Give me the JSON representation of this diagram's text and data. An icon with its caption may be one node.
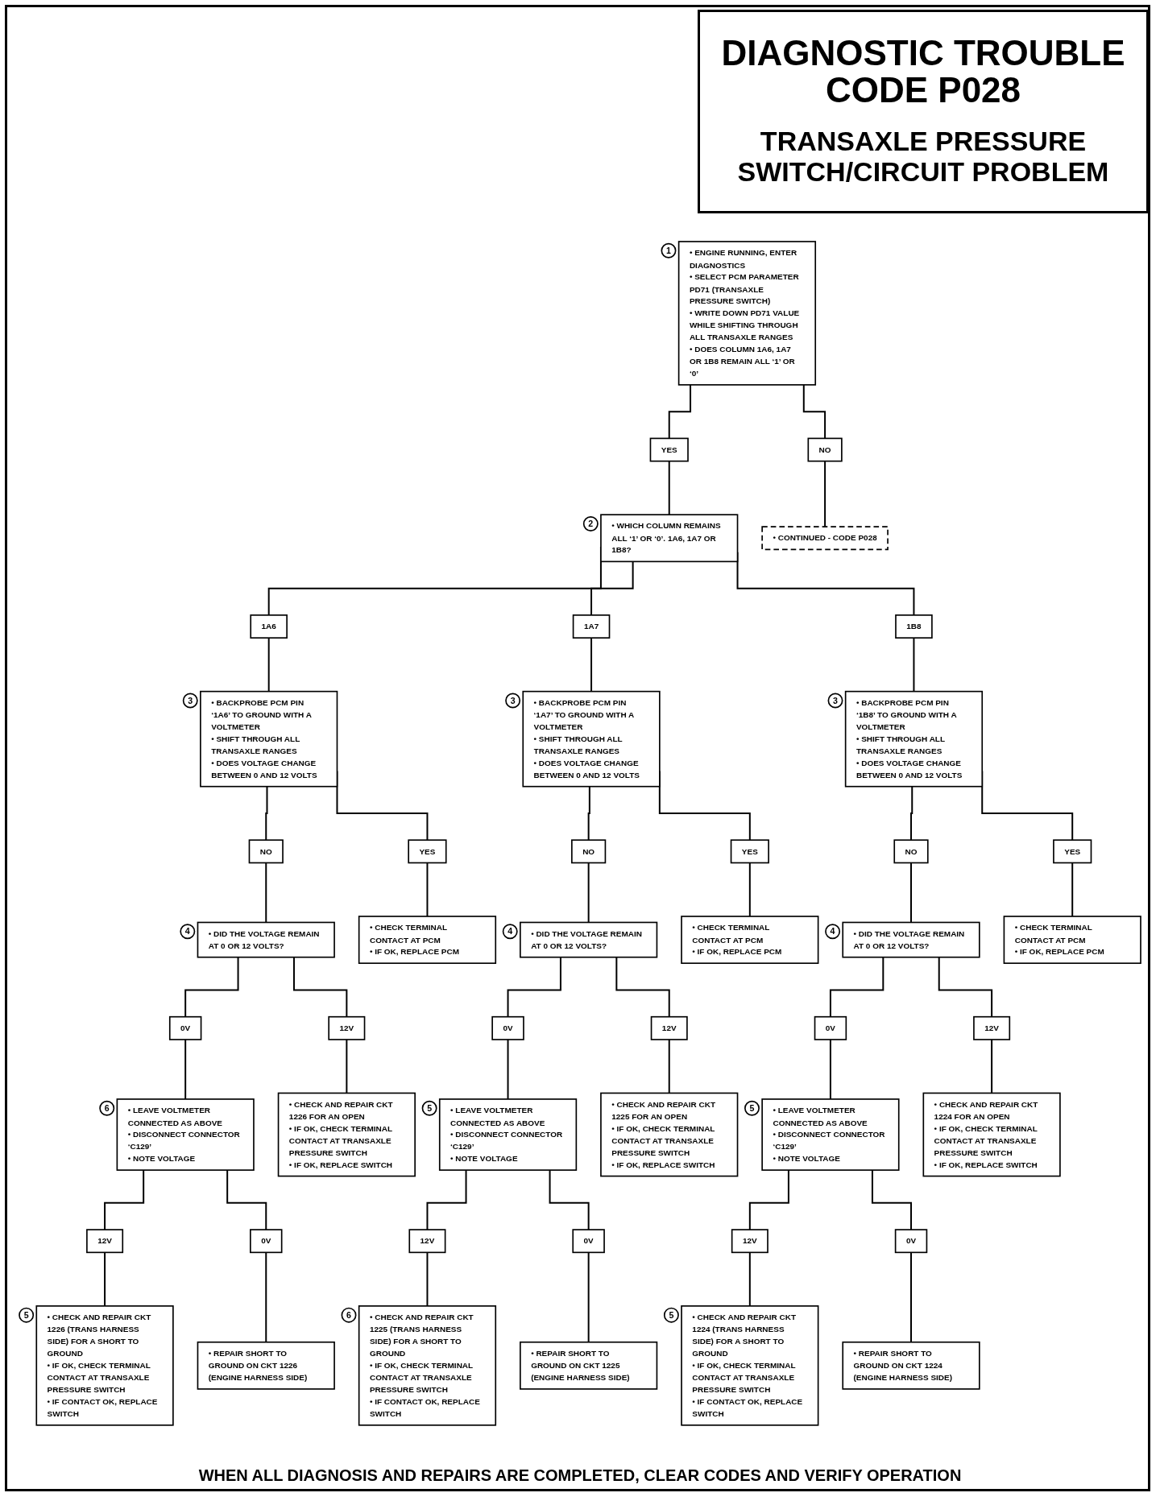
{
  "diagram": {
    "title": "DIAGNOSTIC TROUBLE CODE P028",
    "labels": [
      "TRANSAXLE PRESSURE SWITCH/CIRCUIT PROBLEM"
    ],
    "caption": "WHEN ALL DIAGNOSIS AND REPAIRS ARE COMPLETED, CLEAR CODES AND VERIFY OPERATION",
    "nodes": [
      {
        "text": [
          "• ENGINE RUNNING, ENTER DIAGNOSTICS",
          "• SELECT PCM PARAMETER PD71 (TRANSAXLE PRESSURE SWITCH)",
          "• WRITE DOWN PD71 VALUE WHILE SHIFTING THROUGH ALL TRANSAXLE RANGES",
          "• DOES COLUMN 1A6, 1A7 OR 1B8 REMAIN ALL ‘1’ OR ‘0’"
        ],
        "beside": [
          "1"
        ]
      },
      {
        "text": [
          "YES"
        ]
      },
      {
        "text": [
          "NO"
        ]
      },
      {
        "text": [
          "• WHICH COLUMN REMAINS ALL ‘1’ OR ‘0’. 1A6, 1A7 OR 1B8?"
        ],
        "beside": [
          "2"
        ]
      },
      {
        "text": [
          "• CONTINUED - CODE P028"
        ]
      },
      {
        "text": [
          "1A6"
        ]
      },
      {
        "text": [
          "1A7"
        ]
      },
      {
        "text": [
          "1B8"
        ]
      },
      {
        "text": [
          "• BACKPROBE PCM PIN ‘1A6’ TO GROUND WITH A VOLTMETER",
          "• SHIFT THROUGH ALL TRANSAXLE RANGES",
          "• DOES VOLTAGE CHANGE BETWEEN 0 AND 12 VOLTS"
        ],
        "beside": [
          "3"
        ]
      },
      {
        "text": [
          "• BACKPROBE PCM PIN ‘1A7’ TO GROUND WITH A VOLTMETER",
          "• SHIFT THROUGH ALL TRANSAXLE RANGES",
          "• DOES VOLTAGE CHANGE BETWEEN 0 AND 12 VOLTS"
        ],
        "beside": [
          "3"
        ]
      },
      {
        "text": [
          "• BACKPROBE PCM PIN ‘1B8’ TO GROUND WITH A VOLTMETER",
          "• SHIFT THROUGH ALL TRANSAXLE RANGES",
          "• DOES VOLTAGE CHANGE BETWEEN 0 AND 12 VOLTS"
        ],
        "beside": [
          "3"
        ]
      },
      {
        "text": [
          "NO"
        ]
      },
      {
        "text": [
          "YES"
        ]
      },
      {
        "text": [
          "NO"
        ]
      },
      {
        "text": [
          "YES"
        ]
      },
      {
        "text": [
          "NO"
        ]
      },
      {
        "text": [
          "YES"
        ]
      },
      {
        "text": [
          "• DID THE VOLTAGE REMAIN AT 0 OR 12 VOLTS?"
        ],
        "beside": [
          "4"
        ]
      },
      {
        "text": [
          "• CHECK TERMINAL CONTACT AT PCM",
          "• IF OK, REPLACE PCM"
        ]
      },
      {
        "text": [
          "• DID THE VOLTAGE REMAIN AT 0 OR 12 VOLTS?"
        ],
        "beside": [
          "4"
        ]
      },
      {
        "text": [
          "• CHECK TERMINAL CONTACT AT PCM",
          "• IF OK, REPLACE PCM"
        ]
      },
      {
        "text": [
          "• DID THE VOLTAGE REMAIN AT 0 OR 12 VOLTS?"
        ],
        "beside": [
          "4"
        ]
      },
      {
        "text": [
          "• CHECK TERMINAL CONTACT AT PCM",
          "• IF OK, REPLACE PCM"
        ]
      },
      {
        "text": [
          "0V"
        ]
      },
      {
        "text": [
          "12V"
        ]
      },
      {
        "text": [
          "0V"
        ]
      },
      {
        "text": [
          "12V"
        ]
      },
      {
        "text": [
          "0V"
        ]
      },
      {
        "text": [
          "12V"
        ]
      },
      {
        "text": [
          "• LEAVE VOLTMETER CONNECTED AS ABOVE",
          "• DISCONNECT CONNECTOR ‘C129’",
          "• NOTE VOLTAGE"
        ],
        "beside": [
          "6"
        ]
      },
      {
        "text": [
          "• CHECK AND REPAIR CKT 1226 FOR AN OPEN",
          "• IF OK, CHECK TERMINAL CONTACT AT TRANSAXLE PRESSURE SWITCH",
          "• IF OK, REPLACE SWITCH"
        ]
      },
      {
        "text": [
          "• LEAVE VOLTMETER CONNECTED AS ABOVE",
          "• DISCONNECT CONNECTOR ‘C129’",
          "• NOTE VOLTAGE"
        ],
        "beside": [
          "5"
        ]
      },
      {
        "text": [
          "• CHECK AND REPAIR CKT 1225 FOR AN OPEN",
          "• IF OK, CHECK TERMINAL CONTACT AT TRANSAXLE PRESSURE SWITCH",
          "• IF OK, REPLACE SWITCH"
        ]
      },
      {
        "text": [
          "• LEAVE VOLTMETER CONNECTED AS ABOVE",
          "• DISCONNECT CONNECTOR ‘C129’",
          "• NOTE VOLTAGE"
        ],
        "beside": [
          "5"
        ]
      },
      {
        "text": [
          "• CHECK AND REPAIR CKT 1224 FOR AN OPEN",
          "• IF OK, CHECK TERMINAL CONTACT AT TRANSAXLE PRESSURE SWITCH",
          "• IF OK, REPLACE SWITCH"
        ]
      },
      {
        "text": [
          "12V"
        ]
      },
      {
        "text": [
          "0V"
        ]
      },
      {
        "text": [
          "12V"
        ]
      },
      {
        "text": [
          "0V"
        ]
      },
      {
        "text": [
          "12V"
        ]
      },
      {
        "text": [
          "0V"
        ]
      },
      {
        "text": [
          "• CHECK AND REPAIR CKT 1226 (TRANS HARNESS SIDE) FOR A SHORT TO GROUND",
          "• IF OK, CHECK TERMINAL CONTACT AT TRANSAXLE PRESSURE SWITCH",
          "• IF CONTACT OK, REPLACE SWITCH"
        ],
        "beside": [
          "5"
        ]
      },
      {
        "text": [
          "• REPAIR SHORT TO GROUND ON CKT 1226 (ENGINE HARNESS SIDE)"
        ]
      },
      {
        "text": [
          "• CHECK AND REPAIR CKT 1225 (TRANS HARNESS SIDE) FOR A SHORT TO GROUND",
          "• IF OK, CHECK TERMINAL CONTACT AT TRANSAXLE PRESSURE SWITCH",
          "• IF CONTACT OK, REPLACE SWITCH"
        ],
        "beside": [
          "6"
        ]
      },
      {
        "text": [
          "• REPAIR SHORT TO GROUND ON CKT 1225 (ENGINE HARNESS SIDE)"
        ]
      },
      {
        "text": [
          "• CHECK AND REPAIR CKT 1224 (TRANS HARNESS SIDE) FOR A SHORT TO GROUND",
          "• IF OK, CHECK TERMINAL CONTACT AT TRANSAXLE PRESSURE SWITCH",
          "• IF CONTACT OK, REPLACE SWITCH"
        ],
        "beside": [
          "5"
        ]
      },
      {
        "text": [
          "• REPAIR SHORT TO GROUND ON CKT 1224 (ENGINE HARNESS SIDE)"
        ]
      }
    ],
    "edges": [
      {
        "from": 0,
        "to": 1,
        "arrow": "none"
      },
      {
        "from": 0,
        "to": 2,
        "arrow": "none"
      },
      {
        "from": 1,
        "to": 3,
        "arrow": "none"
      },
      {
        "from": 2,
        "to": 4,
        "arrow": "none"
      },
      {
        "from": 3,
        "to": 5,
        "arrow": "none"
      },
      {
        "from": 3,
        "to": 6,
        "arrow": "none"
      },
      {
        "from": 3,
        "to": 7,
        "arrow": "none"
      },
      {
        "from": 5,
        "to": 8,
        "arrow": "none"
      },
      {
        "from": 6,
        "to": 9,
        "arrow": "none"
      },
      {
        "from": 7,
        "to": 10,
        "arrow": "none"
      },
      {
        "from": 8,
        "to": 11,
        "arrow": "none"
      },
      {
        "from": 8,
        "to": 12,
        "arrow": "none"
      },
      {
        "from": 9,
        "to": 13,
        "arrow": "none"
      },
      {
        "from": 9,
        "to": 14,
        "arrow": "none"
      },
      {
        "from": 10,
        "to": 15,
        "arrow": "none"
      },
      {
        "from": 10,
        "to": 16,
        "arrow": "none"
      },
      {
        "from": 11,
        "to": 17,
        "arrow": "none"
      },
      {
        "from": 12,
        "to": 18,
        "arrow": "none"
      },
      {
        "from": 13,
        "to": 19,
        "arrow": "none"
      },
      {
        "from": 14,
        "to": 20,
        "arrow": "none"
      },
      {
        "from": 15,
        "to": 21,
        "arrow": "none"
      },
      {
        "from": 16,
        "to": 22,
        "arrow": "none"
      },
      {
        "from": 17,
        "to": 23,
        "arrow": "none"
      },
      {
        "from": 17,
        "to": 24,
        "arrow": "none"
      },
      {
        "from": 19,
        "to": 25,
        "arrow": "none"
      },
      {
        "from": 19,
        "to": 26,
        "arrow": "none"
      },
      {
        "from": 21,
        "to": 27,
        "arrow": "none"
      },
      {
        "from": 21,
        "to": 28,
        "arrow": "none"
      },
      {
        "from": 23,
        "to": 29,
        "arrow": "none"
      },
      {
        "from": 24,
        "to": 30,
        "arrow": "none"
      },
      {
        "from": 25,
        "to": 31,
        "arrow": "none"
      },
      {
        "from": 26,
        "to": 32,
        "arrow": "none"
      },
      {
        "from": 27,
        "to": 33,
        "arrow": "none"
      },
      {
        "from": 28,
        "to": 34,
        "arrow": "none"
      },
      {
        "from": 29,
        "to": 35,
        "arrow": "none"
      },
      {
        "from": 29,
        "to": 36,
        "arrow": "none"
      },
      {
        "from": 31,
        "to": 37,
        "arrow": "none"
      },
      {
        "from": 31,
        "to": 38,
        "arrow": "none"
      },
      {
        "from": 33,
        "to": 39,
        "arrow": "none"
      },
      {
        "from": 33,
        "to": 40,
        "arrow": "none"
      },
      {
        "from": 35,
        "to": 41,
        "arrow": "none"
      },
      {
        "from": 36,
        "to": 42,
        "arrow": "none"
      },
      {
        "from": 37,
        "to": 43,
        "arrow": "none"
      },
      {
        "from": 38,
        "to": 44,
        "arrow": "none"
      },
      {
        "from": 39,
        "to": 45,
        "arrow": "none"
      },
      {
        "from": 40,
        "to": 46,
        "arrow": "none"
      }
    ]
  }
}
